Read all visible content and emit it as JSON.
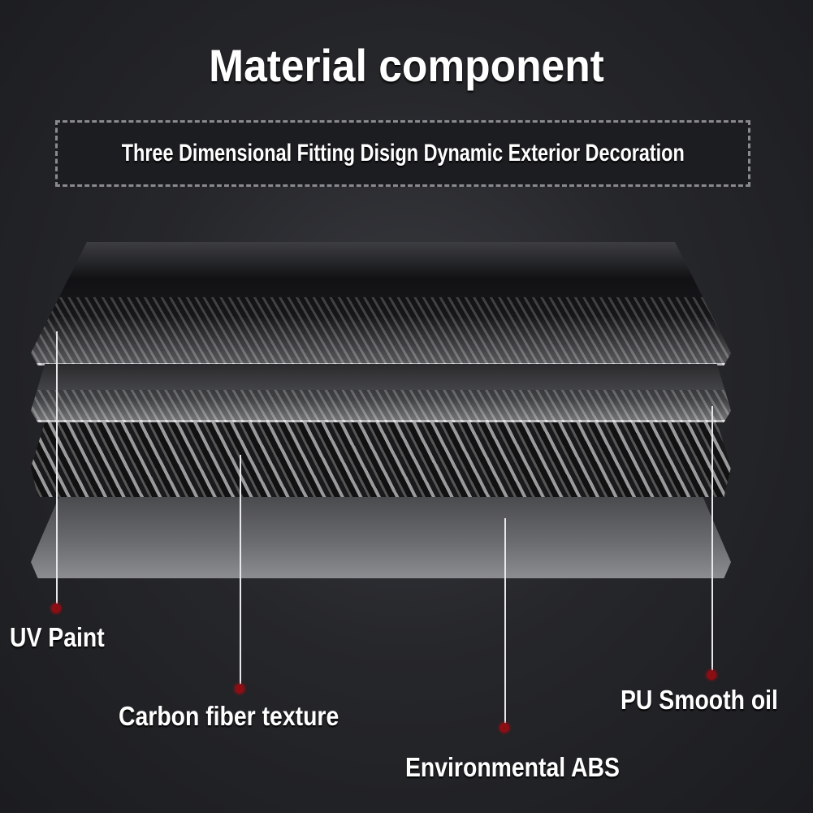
{
  "title": "Material component",
  "subtitle": "Three Dimensional Fitting Disign Dynamic Exterior Decoration",
  "layers": [
    {
      "name": "UV Paint"
    },
    {
      "name": "Carbon fiber texture"
    },
    {
      "name": "Environmental ABS"
    },
    {
      "name": "PU Smooth oil"
    }
  ],
  "labels": {
    "uv_paint": "UV Paint",
    "carbon_fiber": "Carbon fiber texture",
    "environmental_abs": "Environmental ABS",
    "pu_smooth_oil": "PU Smooth oil"
  },
  "colors": {
    "background": "#26272b",
    "callout_dot": "#8a0e14",
    "text": "#ffffff"
  }
}
